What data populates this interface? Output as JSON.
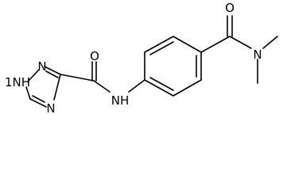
{
  "molecule": {
    "atoms": {
      "carbonyl_o_left": "O",
      "carbonyl_o_right": "O",
      "amide_nh": "NH",
      "triazole_nh": "1",
      "triazole_n2": "N",
      "triazole_n4": "N",
      "dimethyl_n": "N"
    }
  }
}
